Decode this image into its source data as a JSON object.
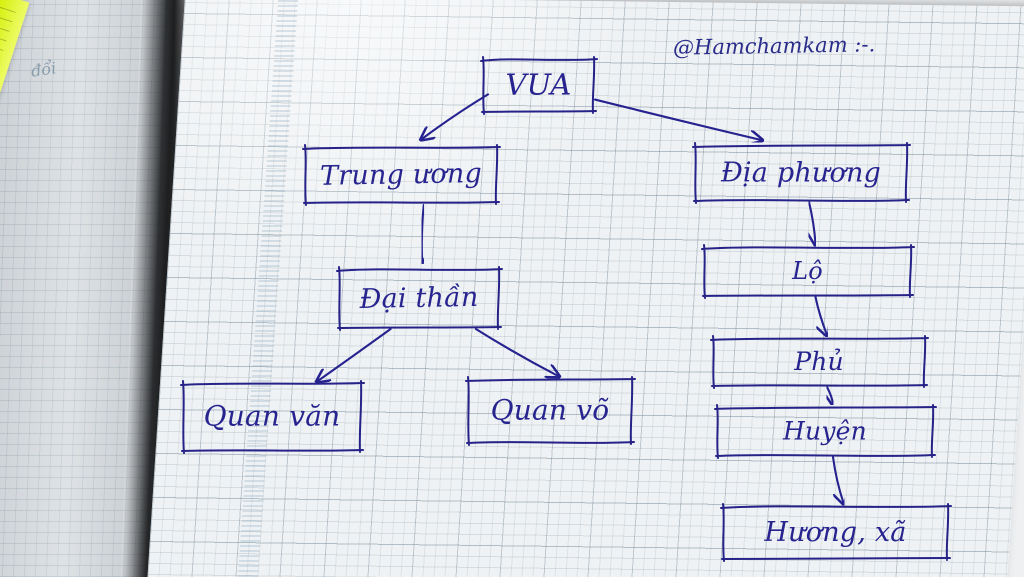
{
  "margin_text": "đổi",
  "credit": "@Hamchamkam :-.",
  "diagram": {
    "nodes": [
      {
        "id": "vua",
        "label": "VUA"
      },
      {
        "id": "trung-uong",
        "label": "Trung ương"
      },
      {
        "id": "dia-phuong",
        "label": "Địa phương"
      },
      {
        "id": "dai-than",
        "label": "Đại thần"
      },
      {
        "id": "quan-van",
        "label": "Quan văn"
      },
      {
        "id": "quan-vo",
        "label": "Quan võ"
      },
      {
        "id": "lo",
        "label": "Lộ"
      },
      {
        "id": "phu",
        "label": "Phủ"
      },
      {
        "id": "huyen",
        "label": "Huyện"
      },
      {
        "id": "huong-xa",
        "label": "Hương, xã"
      }
    ],
    "edges": [
      [
        "vua",
        "trung-uong"
      ],
      [
        "vua",
        "dia-phuong"
      ],
      [
        "trung-uong",
        "dai-than"
      ],
      [
        "dai-than",
        "quan-van"
      ],
      [
        "dai-than",
        "quan-vo"
      ],
      [
        "dia-phuong",
        "lo"
      ],
      [
        "lo",
        "phu"
      ],
      [
        "phu",
        "huyen"
      ],
      [
        "huyen",
        "huong-xa"
      ]
    ],
    "ink_color": "#27248f"
  }
}
